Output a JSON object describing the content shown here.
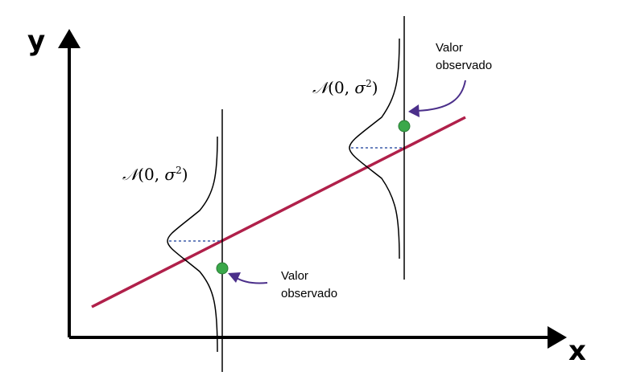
{
  "axes": {
    "y_label": "y",
    "x_label": "x"
  },
  "distribution_label": {
    "script_n": "𝒩",
    "open": "(0, ",
    "sigma": "σ",
    "power": "2",
    "close": ")"
  },
  "annotations": {
    "observed_line1": "Valor",
    "observed_line2": "observado"
  },
  "colors": {
    "regression_line": "#b0204a",
    "observed_point": "#3aa84a",
    "arrow": "#4b2f8a",
    "dotted_line": "#3b5aa8",
    "axis": "#000000"
  }
}
